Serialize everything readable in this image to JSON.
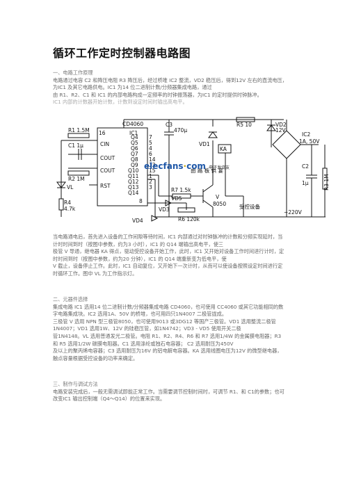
{
  "title": "循环工作定时控制器电路图",
  "section1": {
    "heading": "一、电路工作原理",
    "lines": [
      "电路通过电容 C2 和降压电阻 R3 降压后，经过桥堆 IC2 整流，VD2 稳压后，得到12V 左右的直流电压，",
      "为IC1 及其它电路供电。IC1 为14 位二进制计数/分频器集成电路，通过",
      "由 R1、R2、C1 和 IC1 的内部电路构成一定频率的时钟振荡器，为IC1 的定时提供时钟脉冲。",
      "IC1 内部的计数器开始计数，计数到设定时间时输出高电平。"
    ]
  },
  "schematic": {
    "labels": {
      "ic1": "CD4060",
      "ic1_tag": "IC1",
      "pin16": "16",
      "r1": "R1 1.5M",
      "c1": "C1 1μ",
      "cin": "CIN",
      "cout1": "COUT",
      "cout2": "COUT",
      "rst": "RST",
      "r2": "R2 1M",
      "vl": "VL",
      "r4": "R4",
      "r4v": "4.7k",
      "q4": "Q4",
      "q5": "Q5",
      "q6": "Q6",
      "q7": "Q7",
      "q8": "Q8",
      "q9": "Q9",
      "q10": "Q10",
      "q11": "Q11",
      "q12": "Q12",
      "q13": "Q13",
      "q14": "Q14",
      "p7": "7",
      "p5": "5",
      "p4": "4",
      "p6": "6",
      "p14": "14",
      "p13": "13",
      "p15": "15",
      "p1": "1",
      "p2": "2",
      "p3": "3",
      "p8": "8",
      "c3": "C3",
      "c3v": "470μ",
      "vd1": "VD1",
      "ka": "KA",
      "r5": "R5 10",
      "vd2": "VD2",
      "vd2v": "12V",
      "ic2": "IC2",
      "ic2v": "1A,  50V",
      "c2": "C2",
      "c2v": "1μ",
      "r3": "R3 1M",
      "r7": "R7 1.5k",
      "v": "V",
      "vv": "8050",
      "vd3": "VD3",
      "vd5": "VD5",
      "vd4": "VD4",
      "r6": "R6 120k",
      "load": "受控设备",
      "ac": "~220V",
      "overlay": "由 路 板 供 宴"
    }
  },
  "watermark": {
    "part1": "elecfans",
    "dot": "·",
    "part2": "com",
    "suffix": "电子发烧友"
  },
  "section1b": {
    "lines": [
      "当电路通电后，首先进入设备的工作间隙等待时间，IC1 内部通过对时钟脉冲的计数和分频实现延时，当",
      "计时时间到时（按图中参数，约为3 小时），IC1 的 Q14 端输出高电平，使三",
      "极管 V 导通，继电器 KA 得点，驱动受控设备开始工作，此时，IC1 又开始对设备工作时间进行计时，定",
      "时时间到时（按图中参数，约为20 分钟），IC1 的 Q14 端重新变为低电平，使",
      "V 截止，设备停止工作。此时，IC1 自动复位，又开始下一次计时，从而可以使设备按照设定时间进行定",
      "时循环工作。图中 VL 为工作指示灯。"
    ]
  },
  "section2": {
    "heading": "二、元器件选择",
    "lines": [
      "集成电路 IC1 选用14 位二进制计数/分频器集成电路 CD4060，也可使用 CC4060 或其它功能相同的数",
      "字电路集成块。IC2 选用1A、50V 的桥堆，也可用四只1N4007 二极管拢成。",
      "三极管 V 选用 NPN 型三极管8050，也可使用9013 或3DG12 等国产三极管。VD1 选用整流二极管",
      "1N4007；VD1 选用1W、12V 的硅稳压管，如1N4742；VD3 - VD5 使用开关二极",
      "管1N4148。VL 选用普通发光二极管。电阻 R1、R2、R4、R6 和 R7 选用1/4W 的金属膜电阻器；R3",
      "和 R5 选用1/2W 碳膜电阻器。C1 选用涤纶或独石电容器； C2 选用耐压为450V",
      "及以上的聚丙烯电容器；C3 选用耐压为16V 的铝电解电容器。KA 选用线圈电压为12V 的微型继电器，",
      "触点容量根据受控设备的功率来确定。"
    ]
  },
  "section3": {
    "heading": "三、制作与调试方法",
    "lines": [
      "电路安装完成后，一般无需调试即能正常工作。当需要调节控制时间时，可调节 R1、和 C1的参数；也可",
      "改变IC1 输出控制端（Q4～Q14）的位置来实现。"
    ]
  }
}
